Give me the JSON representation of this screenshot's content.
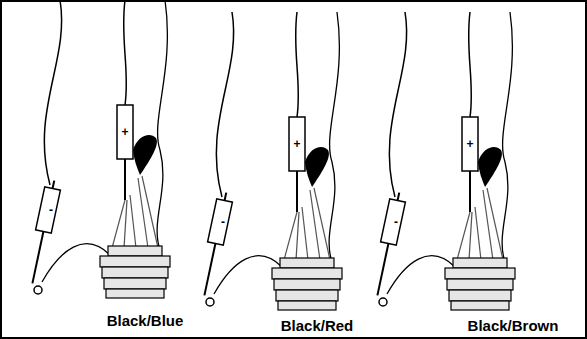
{
  "diagram": {
    "labels": [
      "+",
      "-",
      "Black/Blue",
      "+",
      "-",
      "Black/Red",
      "+",
      "-",
      "Black/Brown"
    ]
  }
}
